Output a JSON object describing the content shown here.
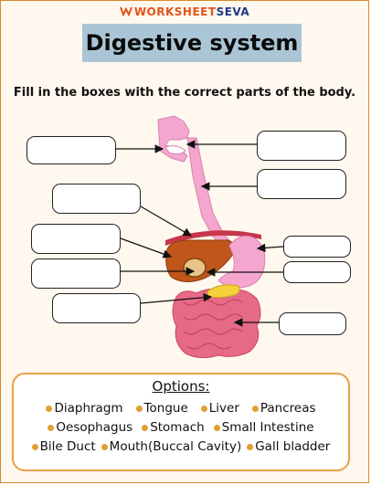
{
  "brand": {
    "name_part1": "WORKSHEET",
    "name_part2": "SEVA"
  },
  "title": "Digestive system",
  "instruction": "Fill in the boxes with the correct parts of the body.",
  "options": {
    "heading": "Options:",
    "row1": [
      "Diaphragm",
      "Tongue",
      "Liver",
      "Pancreas"
    ],
    "row2": [
      "Oesophagus",
      "Stomach",
      "Small Intestine"
    ],
    "row3": [
      "Bile Duct",
      "Mouth(Buccal Cavity)",
      "Gall bladder"
    ]
  },
  "colors": {
    "brand_orange": "#e2541f",
    "brand_blue": "#1f3a8a",
    "title_background": "#aac6d6",
    "options_border": "#e8a04a",
    "bullet": "#e0a030",
    "esophagus_pink": "#f4a6cf",
    "liver_brown": "#c0561a",
    "intestine_pink": "#e66a86",
    "pancreas_yellow": "#f5d03a",
    "diaphragm_red": "#c7374b"
  }
}
